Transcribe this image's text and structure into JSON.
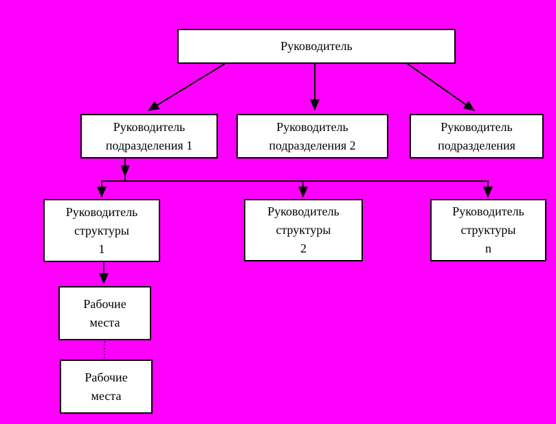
{
  "diagram": {
    "colors": {
      "background": "#FF00FF",
      "node_fill": "#FFFFFF",
      "node_border": "#000000",
      "connector": "#000000"
    },
    "nodes": {
      "root": "Руководитель",
      "dept1": "Руководитель\nподразделения 1",
      "dept2": "Руководитель\nподразделения 2",
      "dept3": "Руководитель\nподразделения",
      "struct1": "Руководитель\nструктуры\n1",
      "struct2": "Руководитель\nструктуры\n2",
      "struct_n": "Руководитель\nструктуры\nn",
      "workplace1": "Рабочие\nместа",
      "workplace2": "Рабочие\nместа"
    }
  }
}
